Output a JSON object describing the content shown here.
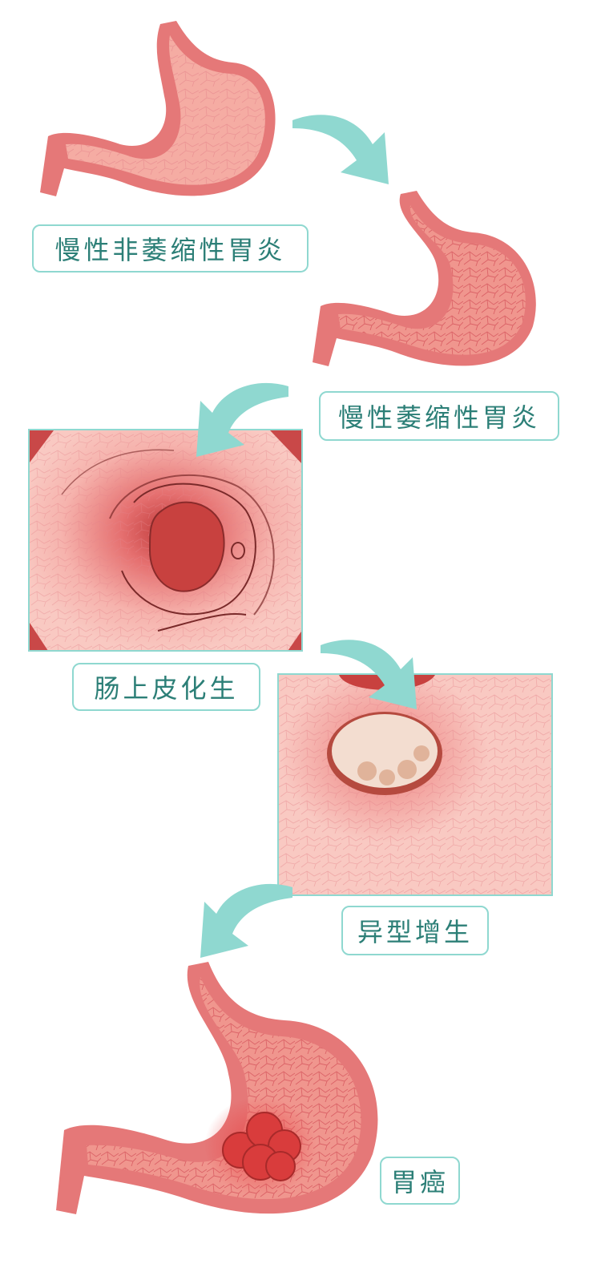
{
  "stages": [
    {
      "label": "慢性非萎缩性胃炎"
    },
    {
      "label": "慢性萎缩性胃炎"
    },
    {
      "label": "肠上皮化生"
    },
    {
      "label": "异型增生"
    },
    {
      "label": "胃癌"
    }
  ],
  "colors": {
    "arrow": "#8fd8d0",
    "label_border": "#8fd8d0",
    "label_text": "#2c7f77",
    "stomach_wall": "#e36f6f",
    "stomach_fill": "#f4a8a0",
    "tumor": "#d93c3c"
  }
}
